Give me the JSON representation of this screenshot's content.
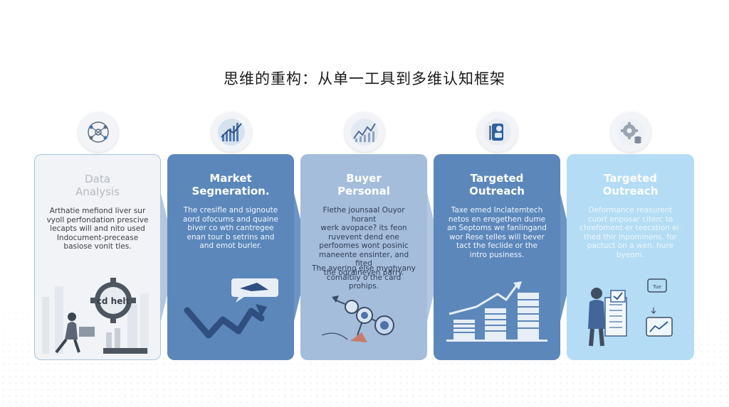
{
  "title": "思维的重构：从单一工具到多维认知框架",
  "icons": [
    "network-nodes-icon",
    "chart-growth-icon",
    "line-chart-icon",
    "profile-target-icon",
    "gear-brain-icon"
  ],
  "cards": [
    {
      "title_lines": [
        "Data",
        "Analysis"
      ],
      "body_lines": [
        "Arthatie mefiond liver sur",
        "vyoll perfondation prescive",
        "lecapts will and nito used",
        "Indocument-precease",
        "basiose vonit tles."
      ],
      "body2_lines": [],
      "illustration_text": "cd helt",
      "colors": {
        "bg": "#f1f3f6",
        "border": "#a9c4de",
        "title": "#b4b9c2",
        "text": "#3b3f45"
      }
    },
    {
      "title_lines": [
        "Market",
        "Segneration."
      ],
      "body_lines": [
        "The cresifle and signoute",
        "aord ofocums and quaine",
        "biver co wth cantregee",
        "enan tour b setrins and",
        "and emot burler."
      ],
      "body2_lines": [],
      "colors": {
        "bg": "#5b87bb",
        "title": "#ffffff",
        "text": "#f2f6fb"
      }
    },
    {
      "title_lines": [
        "Buyer",
        "Personal"
      ],
      "body_lines": [
        "Flethe jounsaal Ouyor horant",
        "werk avopace? its feon",
        "ruvevent dend ene",
        "perfoomes wont posinic",
        "maneente ensinter, and fited",
        "the ograineyen parry."
      ],
      "body2_lines": [
        "The avering else myghyany",
        "comaltiiy o the card prohips."
      ],
      "colors": {
        "bg": "#a3bddb",
        "title": "#ffffff",
        "text": "#2f3f56"
      }
    },
    {
      "title_lines": [
        "Targeted",
        "Outreach"
      ],
      "body_lines": [
        "Taxe emed Inclatemtech",
        "netos en eregethen dume",
        "an Septoms we fanlingand",
        "wor Rese telles will bever",
        "tact the feclide or the",
        "intro pusiness."
      ],
      "body2_lines": [],
      "colors": {
        "bg": "#5b87bb",
        "title": "#ffffff",
        "text": "#f2f6fb"
      }
    },
    {
      "title_lines": [
        "Targeted",
        "Outreach"
      ],
      "body_lines": [
        "Deformance reasurent",
        "cuort enposar citerc to",
        "chrefoment-er teecstion ei.",
        "thed thir inpominens. for",
        "pactuct on a wen. hure",
        "byeom."
      ],
      "body2_lines": [],
      "illustration_text": "Tue",
      "colors": {
        "bg": "#b4dcf4",
        "title": "#ffffff",
        "text": "#eef7fd"
      }
    }
  ]
}
